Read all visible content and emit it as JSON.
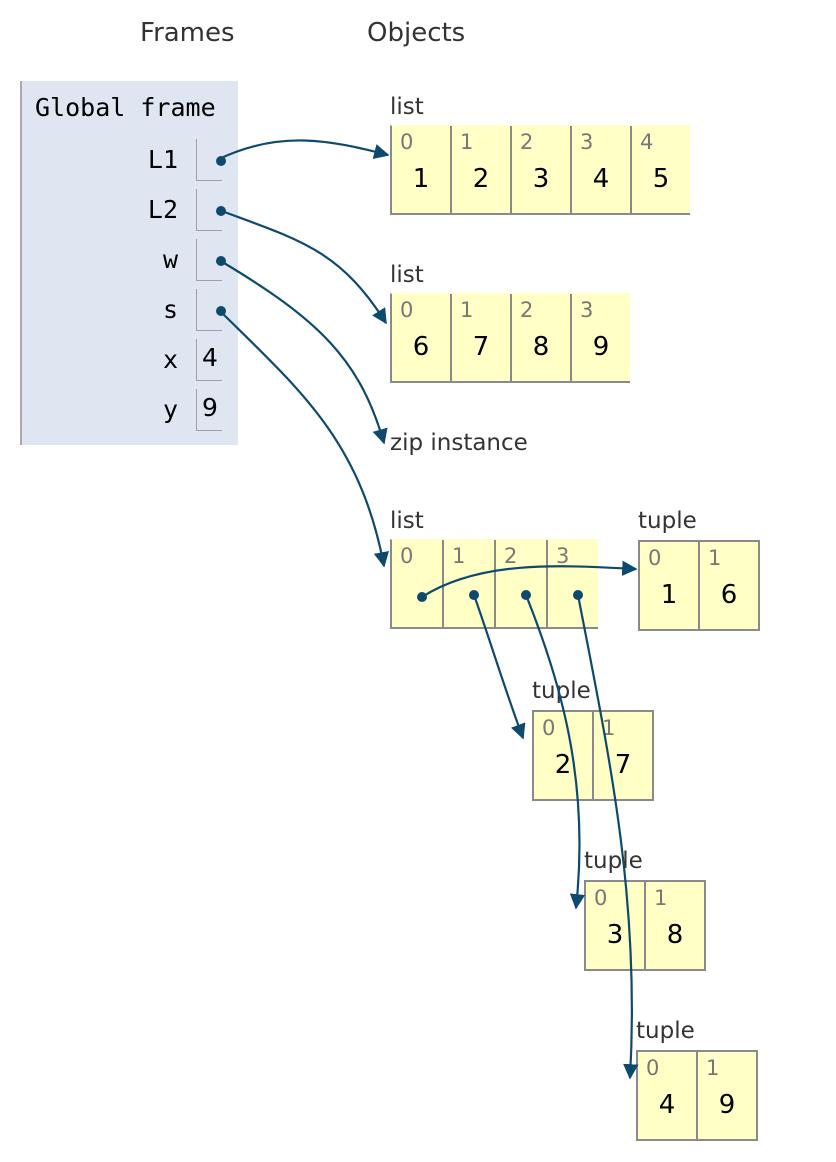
{
  "headers": {
    "frames": "Frames",
    "objects": "Objects"
  },
  "frame": {
    "title": "Global frame",
    "vars": [
      {
        "name": "L1",
        "value": "",
        "is_pointer": true
      },
      {
        "name": "L2",
        "value": "",
        "is_pointer": true
      },
      {
        "name": "w",
        "value": "",
        "is_pointer": true
      },
      {
        "name": "s",
        "value": "",
        "is_pointer": true
      },
      {
        "name": "x",
        "value": "4",
        "is_pointer": false
      },
      {
        "name": "y",
        "value": "9",
        "is_pointer": false
      }
    ]
  },
  "objects": {
    "list1": {
      "label": "list",
      "indices": [
        "0",
        "1",
        "2",
        "3",
        "4"
      ],
      "values": [
        "1",
        "2",
        "3",
        "4",
        "5"
      ]
    },
    "list2": {
      "label": "list",
      "indices": [
        "0",
        "1",
        "2",
        "3"
      ],
      "values": [
        "6",
        "7",
        "8",
        "9"
      ]
    },
    "zip": {
      "label": "zip instance"
    },
    "list3": {
      "label": "list",
      "indices": [
        "0",
        "1",
        "2",
        "3"
      ]
    },
    "tuple1": {
      "label": "tuple",
      "indices": [
        "0",
        "1"
      ],
      "values": [
        "1",
        "6"
      ]
    },
    "tuple2": {
      "label": "tuple",
      "indices": [
        "0",
        "1"
      ],
      "values": [
        "2",
        "7"
      ]
    },
    "tuple3": {
      "label": "tuple",
      "indices": [
        "0",
        "1"
      ],
      "values": [
        "3",
        "8"
      ]
    },
    "tuple4": {
      "label": "tuple",
      "indices": [
        "0",
        "1"
      ],
      "values": [
        "4",
        "9"
      ]
    }
  },
  "colors": {
    "arrow": "#0e4a6e",
    "frame_bg": "#dfe6f1",
    "object_bg": "#ffffc6"
  }
}
